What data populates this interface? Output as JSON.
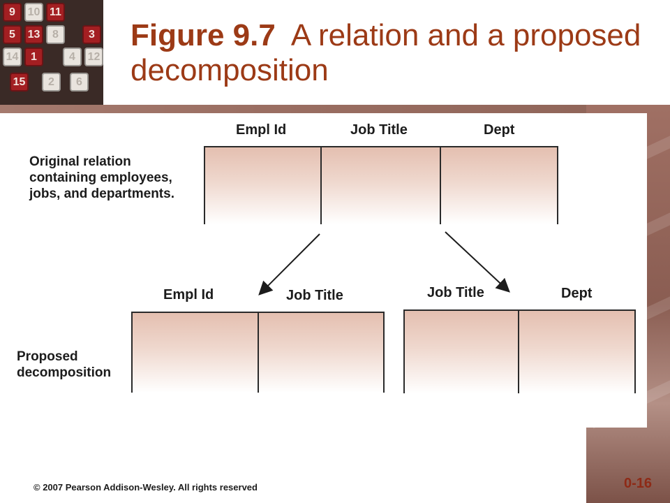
{
  "slide": {
    "title_figure": "Figure 9.7",
    "title_text": "A relation and a proposed decomposition",
    "footer": "© 2007 Pearson Addison-Wesley. All rights reserved",
    "page_number": "0-16"
  },
  "logo": {
    "tiles": [
      "9",
      "10",
      "11",
      "5",
      "13",
      "8",
      "3",
      "14",
      "1",
      "4",
      "12",
      "15",
      "2",
      "6"
    ]
  },
  "original": {
    "label": [
      "Original relation",
      "containing employees,",
      "jobs, and departments."
    ],
    "columns": [
      "Empl Id",
      "Job Title",
      "Dept"
    ]
  },
  "decomposition": {
    "label": [
      "Proposed",
      "decomposition"
    ],
    "left_columns": [
      "Empl Id",
      "Job Title"
    ],
    "right_columns": [
      "Job Title",
      "Dept"
    ]
  }
}
